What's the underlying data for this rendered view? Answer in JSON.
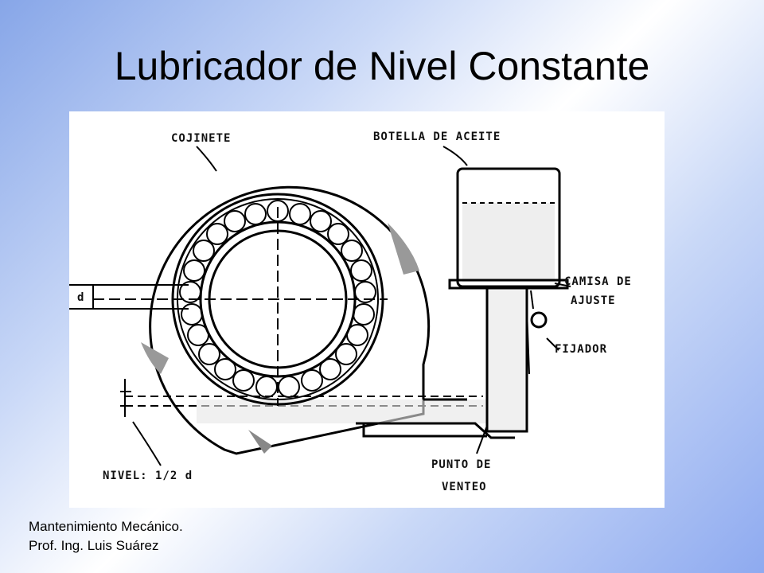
{
  "slide": {
    "title": "Lubricador de Nivel Constante",
    "footer_line1": "Mantenimiento Mecánico.",
    "footer_line2": "Prof. Ing. Luis Suárez"
  },
  "diagram": {
    "labels": {
      "cojinete": "COJINETE",
      "botella": "BOTELLA DE ACEITE",
      "camisa1": "CAMISA DE",
      "camisa2": "AJUSTE",
      "fijador": "FIJADOR",
      "d": "d",
      "nivel": "NIVEL: 1/2 d",
      "punto1": "PUNTO DE",
      "punto2": "VENTEO"
    }
  }
}
